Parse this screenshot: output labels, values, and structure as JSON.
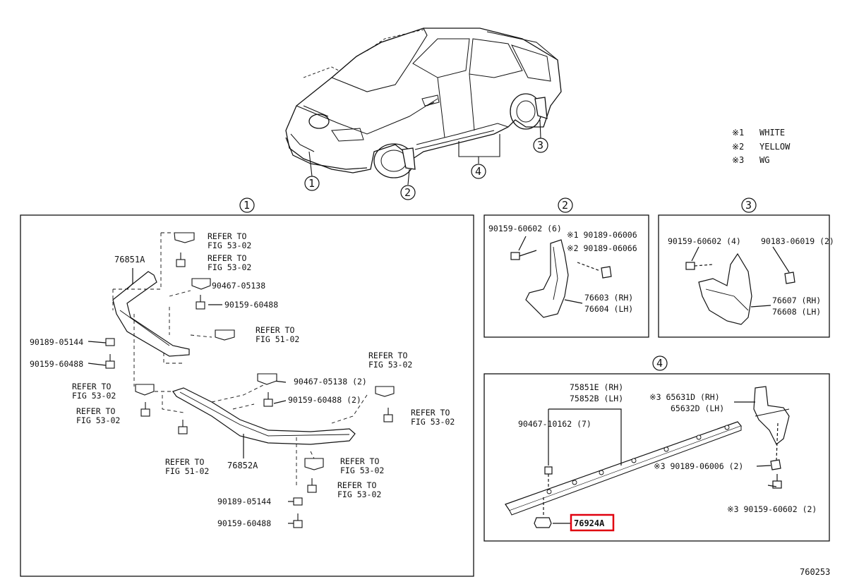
{
  "legend": [
    {
      "mark": "※1",
      "text": "WHITE"
    },
    {
      "mark": "※2",
      "text": "YELLOW"
    },
    {
      "mark": "※3",
      "text": "WG"
    }
  ],
  "callouts": [
    "1",
    "2",
    "3",
    "4"
  ],
  "figure_number": "760253",
  "panel1": {
    "refer_to": "REFER TO",
    "fig_53_02": "FIG 53-02",
    "fig_51_02": "FIG 51-02",
    "part_76851a": "76851A",
    "part_76852a": "76852A",
    "p_90467_05138": "90467-05138",
    "p_90159_60488": "90159-60488",
    "p_90189_05144": "90189-05144",
    "p_90467_05138_2": "90467-05138 (2)",
    "p_90159_60488_2": "90159-60488 (2)"
  },
  "panel2": {
    "p_90159_60602_6": "90159-60602 (6)",
    "p_90189_06006": "※1 90189-06006",
    "p_90189_06066": "※2 90189-06066",
    "p_76603": "76603 (RH)",
    "p_76604": "76604 (LH)"
  },
  "panel3": {
    "p_90159_60602_4": "90159-60602 (4)",
    "p_90183_06019": "90183-06019 (2)",
    "p_76607": "76607 (RH)",
    "p_76608": "76608 (LH)"
  },
  "panel4": {
    "p_75851e": "75851E (RH)",
    "p_75852b": "75852B (LH)",
    "p_90467_10162": "90467-10162 (7)",
    "p_65631d": "※3 65631D (RH)",
    "p_65632d": "65632D (LH)",
    "p_90189_06006_2": "※3 90189-06006 (2)",
    "p_90159_60602_2": "※3 90159-60602 (2)",
    "highlight_part": "76924A"
  },
  "colors": {
    "line": "#111111",
    "highlight": "#e0000f",
    "background": "#ffffff"
  }
}
